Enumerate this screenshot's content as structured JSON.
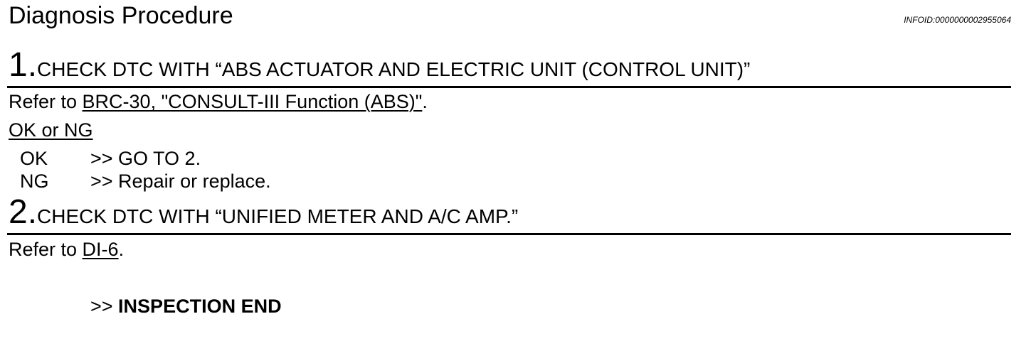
{
  "header": {
    "title": "Diagnosis Procedure",
    "infoid": "INFOID:0000000002955064"
  },
  "steps": [
    {
      "number": "1.",
      "heading": "CHECK DTC WITH “ABS ACTUATOR AND ELECTRIC UNIT (CONTROL UNIT)”",
      "refer_prefix": "Refer to ",
      "refer_link": "BRC-30, \"CONSULT-III Function (ABS)\"",
      "refer_suffix": ".",
      "result_label": "OK or NG",
      "results": [
        {
          "key": "OK",
          "action": ">> GO TO 2."
        },
        {
          "key": "NG",
          "action": ">> Repair or replace."
        }
      ]
    },
    {
      "number": "2.",
      "heading": "CHECK DTC WITH “UNIFIED METER AND A/C AMP.”",
      "refer_prefix": "Refer to ",
      "refer_link": "DI-6",
      "refer_suffix": ".",
      "end_prefix": ">> ",
      "end_label": "INSPECTION END"
    }
  ]
}
